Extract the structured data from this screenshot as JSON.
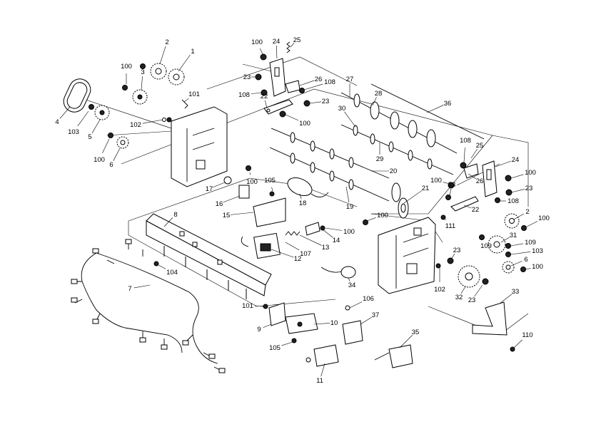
{
  "diagram": {
    "callouts": [
      "1",
      "2",
      "3",
      "4",
      "5",
      "6",
      "7",
      "8",
      "9",
      "10",
      "11",
      "12",
      "13",
      "14",
      "15",
      "16",
      "17",
      "18",
      "19",
      "20",
      "21",
      "22",
      "23",
      "24",
      "25",
      "26",
      "27",
      "28",
      "29",
      "30",
      "31",
      "32",
      "33",
      "34",
      "35",
      "36",
      "37",
      "100",
      "101",
      "102",
      "103",
      "104",
      "105",
      "106",
      "107",
      "108",
      "109",
      "110",
      "111"
    ]
  }
}
